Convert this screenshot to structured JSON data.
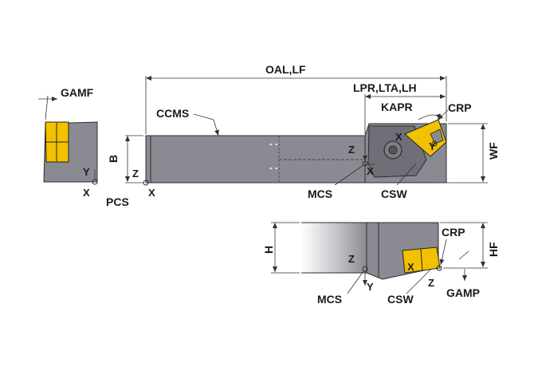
{
  "labels": {
    "gamf": "GAMF",
    "y_left": "Y",
    "x_left": "X",
    "pcs": "PCS",
    "z_left": "Z",
    "x_pcs": "X",
    "b": "B",
    "ccms": "CCMS",
    "oal_lf": "OAL,LF",
    "lpr_lta_lh": "LPR,LTA,LH",
    "kapr": "KAPR",
    "crp_top": "CRP",
    "x_head": "X",
    "y_head": "Y",
    "z_mid": "Z",
    "x_mid": "X",
    "wf": "WF",
    "mcs_top": "MCS",
    "csw_top": "CSW",
    "h": "H",
    "z_bottom": "Z",
    "x_bottom": "X",
    "crp_bottom": "CRP",
    "hf": "HF",
    "mcs_bottom": "MCS",
    "y_bottom": "Y",
    "csw_bottom": "CSW",
    "z_bottom2": "Z",
    "gamp": "GAMP"
  },
  "colors": {
    "body": "#8a8a92",
    "body_dark": "#6f6f78",
    "insert": "#f2c100",
    "background": "#ffffff"
  }
}
